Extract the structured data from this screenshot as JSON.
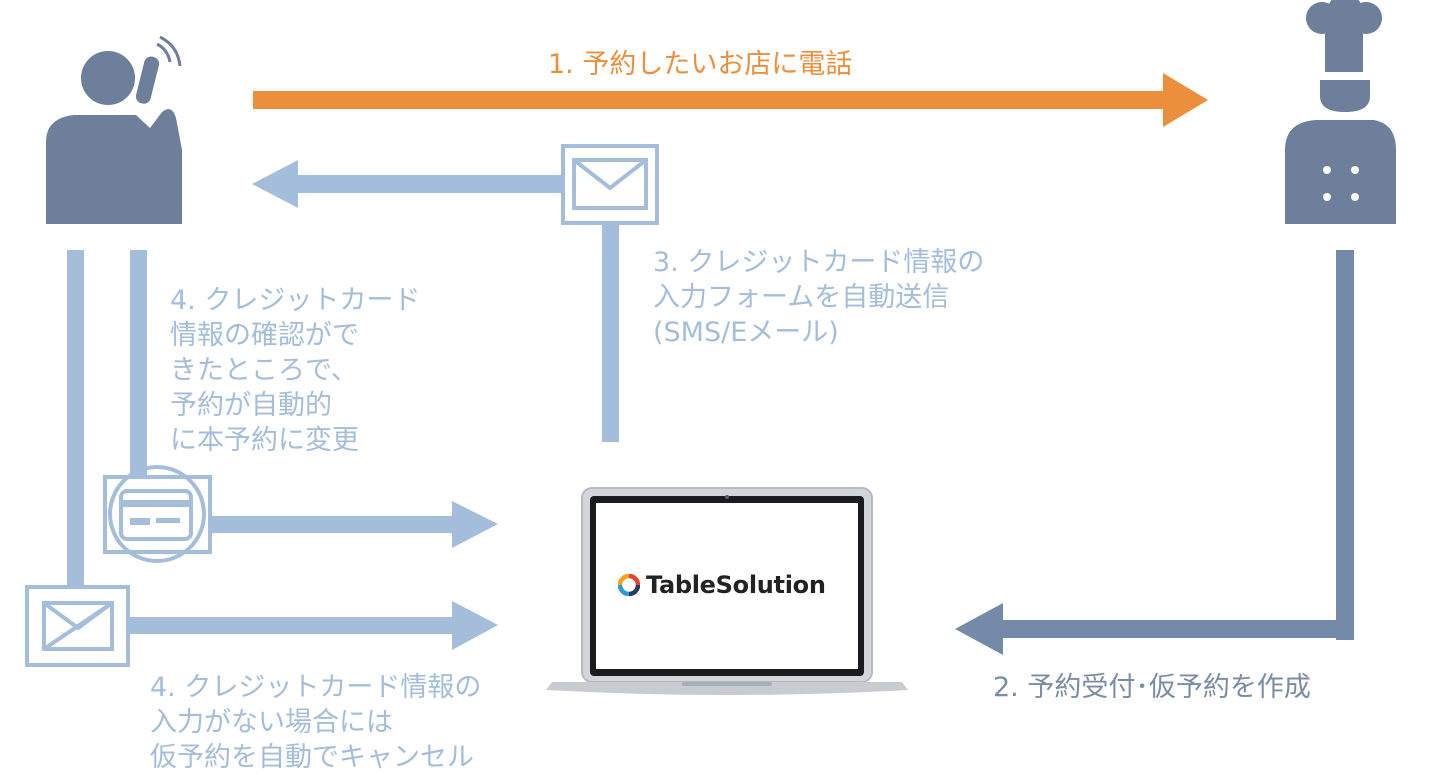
{
  "steps": {
    "step1": {
      "text": "1. 予約したいお店に電話"
    },
    "step2": {
      "text": "2. 予約受付･仮予約を作成"
    },
    "step3": {
      "lines": [
        "3. クレジットカード情報の",
        "入力フォームを自動送信",
        "(SMS/Eメール)"
      ]
    },
    "step4_confirm": {
      "lines": [
        "4. クレジットカード",
        "情報の確認がで",
        "きたところで、",
        "予約が自動的",
        "に本予約に変更"
      ]
    },
    "step4_cancel": {
      "lines": [
        "4. クレジットカード情報の",
        "入力がない場合には",
        "仮予約を自動でキャンセル"
      ]
    }
  },
  "brand": {
    "name": "TableSolution",
    "logo_colors": [
      "#e8432b",
      "#f3a31c",
      "#2f9ad6",
      "#2b3a62"
    ]
  },
  "icons": {
    "customer": "person-phone-icon",
    "chef": "chef-icon",
    "mail": "envelope-icon",
    "card": "credit-card-icon",
    "mail_cancel": "envelope-cancelled-icon",
    "laptop": "laptop-icon"
  },
  "colors": {
    "orange": "#ec8f3c",
    "light_blue": "#a3bddb",
    "slate": "#758aa8",
    "figure": "#6d7f9a"
  }
}
